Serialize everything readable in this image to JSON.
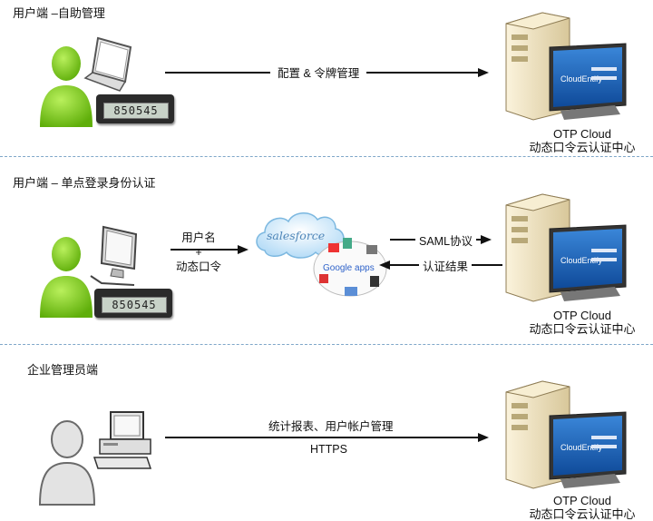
{
  "sections": [
    {
      "title": "用户端 –自助管理",
      "arrow_label": "配置 & 令牌管理",
      "server_caption_line1": "OTP Cloud",
      "server_caption_line2": "动态口令云认证中心",
      "token_display": "850545"
    },
    {
      "title": "用户端 – 单点登录身份认证",
      "left_label_line1": "用户名",
      "left_label_plus": "+",
      "left_label_line2": "动态口令",
      "cloud_brand": "salesforce",
      "google_apps": "Google apps",
      "saml_label": "SAML协议",
      "auth_result_label": "认证结果",
      "server_caption_line1": "OTP Cloud",
      "server_caption_line2": "动态口令云认证中心",
      "token_display": "850545"
    },
    {
      "title": "企业管理员端",
      "arrow_label": "统计报表、用户帐户管理",
      "protocol_label": "HTTPS",
      "server_caption_line1": "OTP Cloud",
      "server_caption_line2": "动态口令云认证中心"
    }
  ],
  "server_screen_brand": "CloudEntify",
  "colors": {
    "user_green": "#7ccf1a",
    "admin_gray": "#d9d9d9",
    "server_beige": "#efe3c2",
    "screen_blue": "#1d63b5",
    "divider": "#7fa7c9"
  }
}
